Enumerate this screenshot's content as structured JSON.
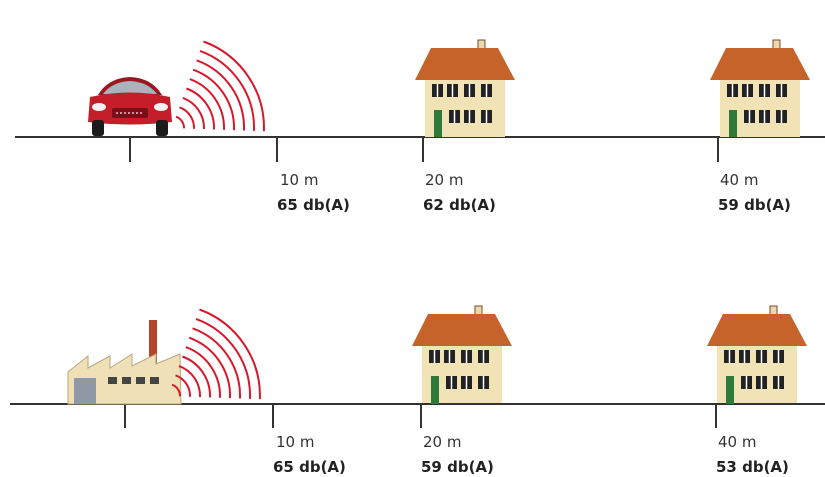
{
  "colors": {
    "ground": "#333333",
    "wave": "#d8192b",
    "roof": "#c5632a",
    "wall": "#f1e3b6",
    "window": "#222222",
    "door": "#2d7a3a",
    "car_body": "#c41e2a",
    "factory_wall": "#efe0b7",
    "factory_door": "#8f98a6",
    "chimney": "#b8452a"
  },
  "rows": [
    {
      "source_icon": "car-icon",
      "markers": [
        {
          "distance": "10 m",
          "level": "65 db(A)"
        },
        {
          "distance": "20 m",
          "level": "62 db(A)"
        },
        {
          "distance": "40 m",
          "level": "59 db(A)"
        }
      ]
    },
    {
      "source_icon": "factory-icon",
      "markers": [
        {
          "distance": "10 m",
          "level": "65 db(A)"
        },
        {
          "distance": "20 m",
          "level": "59 db(A)"
        },
        {
          "distance": "40 m",
          "level": "53 db(A)"
        }
      ]
    }
  ]
}
